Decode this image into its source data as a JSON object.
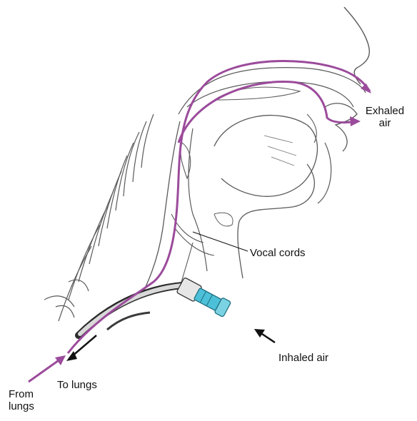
{
  "labels": {
    "exhaled_air": [
      "Exhaled",
      "air"
    ],
    "vocal_cords": "Vocal cords",
    "inhaled_air": "Inhaled air",
    "to_lungs": "To lungs",
    "from_lungs": [
      "From",
      "lungs"
    ]
  },
  "colors": {
    "outline": "#5a5a5a",
    "exhaled_path": "#9b4b9b",
    "inhaled_arrow": "#111111",
    "connector": "#4cc0d8"
  }
}
